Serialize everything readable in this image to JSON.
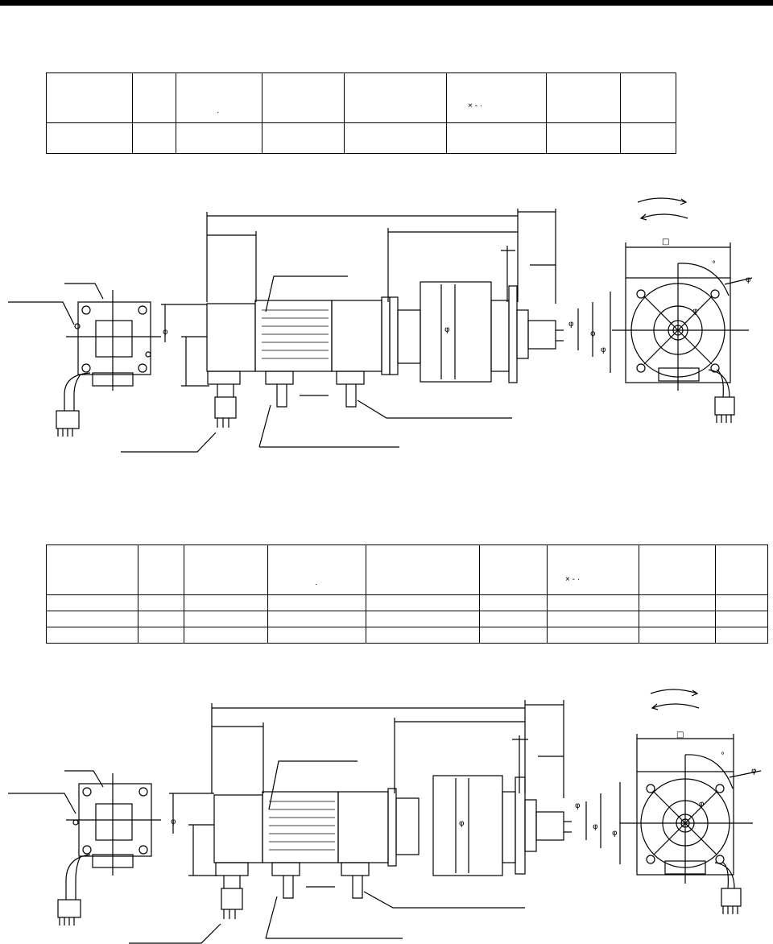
{
  "page": {
    "header_bar_color": "#000000",
    "line_color": "#000000"
  },
  "tables": [
    {
      "columns": 8,
      "rows": 2,
      "header_marks": [
        "",
        "",
        "·",
        "",
        "",
        "× ‐ ·",
        "",
        ""
      ]
    },
    {
      "columns": 9,
      "rows": 4,
      "header_marks": [
        "",
        "",
        "",
        "·",
        "",
        "",
        "× ‐ ·",
        "",
        ""
      ]
    }
  ],
  "symbols": {
    "diameter": "φ",
    "square": "□",
    "degree": "°"
  }
}
